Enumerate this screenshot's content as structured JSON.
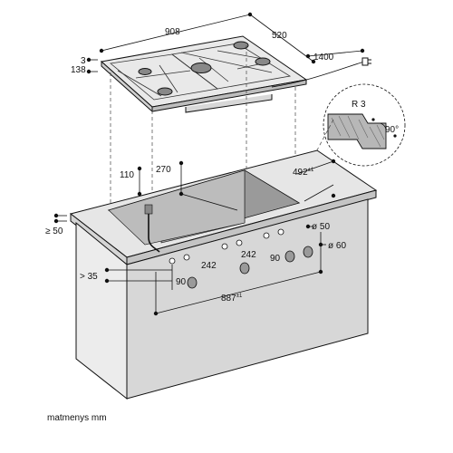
{
  "hob": {
    "width": "908",
    "depth": "520",
    "thickness": "3",
    "height": "138",
    "cable_length": "1400"
  },
  "detail": {
    "radius": "R 3",
    "angle": "90°"
  },
  "cutout": {
    "left_offset": "110",
    "left_width": "270",
    "depth": "492",
    "depth_tolerance": "±1",
    "front_clearance": "≥ 50"
  },
  "knobs": {
    "hole_diameter_small": "ø 50",
    "hole_diameter_large": "ø 60",
    "spacing_left": "242",
    "spacing_mid": "242",
    "edge_left": "90",
    "edge_right": "90",
    "front_offset": "> 35",
    "total_span": "887",
    "total_span_tolerance": "±1"
  },
  "caption": "matmenys mm"
}
